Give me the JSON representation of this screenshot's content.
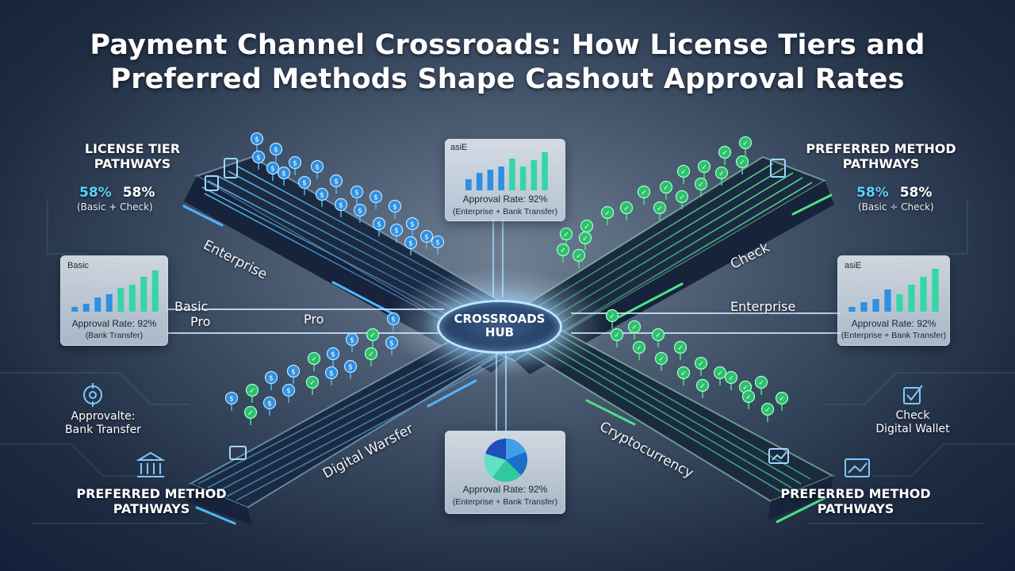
{
  "title_line1": "Payment Channel Crossroads: How License Tiers and",
  "title_line2": "Preferred Methods Shape Cashout Approval Rates",
  "left_top": {
    "heading_l1": "LICENSE TIER",
    "heading_l2": "PATHWAYS",
    "pct_a": "58%",
    "pct_b": "58%",
    "sub": "(Basic + Check)"
  },
  "right_top": {
    "heading_l1": "PREFERRED METHOD",
    "heading_l2": "PATHWAYS",
    "pct_a": "58%",
    "pct_b": "58%",
    "sub": "(Basic ÷ Check)"
  },
  "card_top": {
    "tag": "asiE",
    "line1": "Approval Rate: 92%",
    "line2": "(Enterprise + Bank Transfer)"
  },
  "card_left": {
    "tag": "Basic",
    "line1": "Approval Rate: 92%",
    "line2": "(Bank Transfer)"
  },
  "card_right": {
    "tag": "asiE",
    "line1": "Approval Rate: 92%",
    "line2": "(Enterprise + Bank Transfer)"
  },
  "card_bottom": {
    "line1": "Approval Rate: 92%",
    "line2": "(Enterprise + Bank Transfer)"
  },
  "roads": {
    "nw": "Enterprise",
    "ne": "Check",
    "sw": "Digital Warsfer",
    "se": "Cryptocurrency"
  },
  "mid_labels": {
    "basic": "Basic",
    "pro_left": "Pro",
    "pro_center": "Pro",
    "enterprise": "Enterprise"
  },
  "hub": {
    "line1": "CROSSROADS",
    "line2": "HUB"
  },
  "left_bottom": {
    "approval_l1": "Approvalte:",
    "approval_l2": "Bank Transfer",
    "heading_l1": "PREFERRED METHOD",
    "heading_l2": "PATHWAYS"
  },
  "right_bottom": {
    "method_l1": "Check",
    "method_l2": "Digital Wallet",
    "heading_l1": "PREFERRED METHOD",
    "heading_l2": "PATHWAYS"
  },
  "colors": {
    "blue_flow": "#4fb6ff",
    "green_flow": "#4fe08a",
    "hub_ring": "#bfe6ff",
    "accent_pct": "#5ad1ff"
  },
  "icons": [
    "dollar-coin-icon",
    "check-coin-icon",
    "phone-icon",
    "bank-icon",
    "target-icon",
    "checkbox-icon",
    "chart-card-icon",
    "wallet-icon"
  ]
}
